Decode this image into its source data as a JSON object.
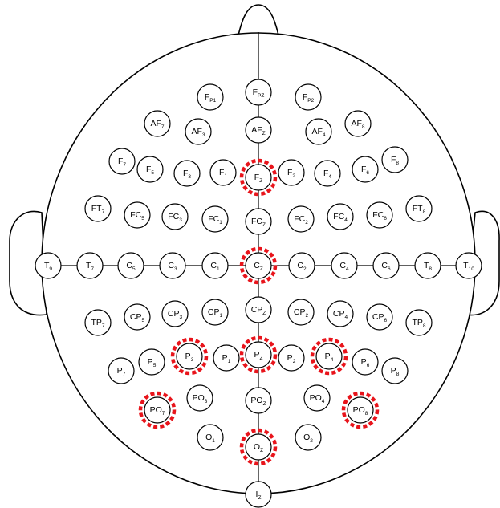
{
  "colors": {
    "outline": "#000000",
    "highlight": "#e8141b",
    "fill": "#ffffff"
  },
  "electrodes": [
    {
      "id": "Fp1",
      "base": "F",
      "sub": "P1"
    },
    {
      "id": "Fpz",
      "base": "F",
      "sub": "PZ"
    },
    {
      "id": "Fp2",
      "base": "F",
      "sub": "P2"
    },
    {
      "id": "AF7",
      "base": "AF",
      "sub": "7"
    },
    {
      "id": "AF3",
      "base": "AF",
      "sub": "3"
    },
    {
      "id": "AFz",
      "base": "AF",
      "sub": "Z"
    },
    {
      "id": "AF4",
      "base": "AF",
      "sub": "4"
    },
    {
      "id": "AF8",
      "base": "AF",
      "sub": "8"
    },
    {
      "id": "F7",
      "base": "F",
      "sub": "7"
    },
    {
      "id": "F5",
      "base": "F",
      "sub": "5"
    },
    {
      "id": "F3",
      "base": "F",
      "sub": "3"
    },
    {
      "id": "F1",
      "base": "F",
      "sub": "1"
    },
    {
      "id": "Fz",
      "base": "F",
      "sub": "Z",
      "highlighted": true
    },
    {
      "id": "F2",
      "base": "F",
      "sub": "2"
    },
    {
      "id": "F4",
      "base": "F",
      "sub": "4"
    },
    {
      "id": "F6",
      "base": "F",
      "sub": "6"
    },
    {
      "id": "F8",
      "base": "F",
      "sub": "8"
    },
    {
      "id": "FT7",
      "base": "FT",
      "sub": "7"
    },
    {
      "id": "FC5",
      "base": "FC",
      "sub": "5"
    },
    {
      "id": "FC3",
      "base": "FC",
      "sub": "3"
    },
    {
      "id": "FC1",
      "base": "FC",
      "sub": "1"
    },
    {
      "id": "FCz",
      "base": "FC",
      "sub": "Z"
    },
    {
      "id": "FC2",
      "base": "FC",
      "sub": "2"
    },
    {
      "id": "FC4",
      "base": "FC",
      "sub": "4"
    },
    {
      "id": "FC6",
      "base": "FC",
      "sub": "6"
    },
    {
      "id": "FT8",
      "base": "FT",
      "sub": "8"
    },
    {
      "id": "T9",
      "base": "T",
      "sub": "9"
    },
    {
      "id": "T7",
      "base": "T",
      "sub": "7"
    },
    {
      "id": "C5",
      "base": "C",
      "sub": "5"
    },
    {
      "id": "C3",
      "base": "C",
      "sub": "3"
    },
    {
      "id": "C1",
      "base": "C",
      "sub": "1"
    },
    {
      "id": "Cz",
      "base": "C",
      "sub": "Z",
      "highlighted": true
    },
    {
      "id": "C2",
      "base": "C",
      "sub": "2"
    },
    {
      "id": "C4",
      "base": "C",
      "sub": "4"
    },
    {
      "id": "C6",
      "base": "C",
      "sub": "6"
    },
    {
      "id": "T8",
      "base": "T",
      "sub": "8"
    },
    {
      "id": "T10",
      "base": "T",
      "sub": "10"
    },
    {
      "id": "TP7",
      "base": "TP",
      "sub": "7"
    },
    {
      "id": "CP5",
      "base": "CP",
      "sub": "5"
    },
    {
      "id": "CP3",
      "base": "CP",
      "sub": "3"
    },
    {
      "id": "CP1",
      "base": "CP",
      "sub": "1"
    },
    {
      "id": "CPz",
      "base": "CP",
      "sub": "Z"
    },
    {
      "id": "CP2",
      "base": "CP",
      "sub": "2"
    },
    {
      "id": "CP4",
      "base": "CP",
      "sub": "4"
    },
    {
      "id": "CP6",
      "base": "CP",
      "sub": "6"
    },
    {
      "id": "TP8",
      "base": "TP",
      "sub": "8"
    },
    {
      "id": "P7",
      "base": "P",
      "sub": "7"
    },
    {
      "id": "P5",
      "base": "P",
      "sub": "5"
    },
    {
      "id": "P3",
      "base": "P",
      "sub": "3",
      "highlighted": true
    },
    {
      "id": "P1",
      "base": "P",
      "sub": "1"
    },
    {
      "id": "Pz",
      "base": "P",
      "sub": "Z",
      "highlighted": true
    },
    {
      "id": "P2",
      "base": "P",
      "sub": "2"
    },
    {
      "id": "P4",
      "base": "P",
      "sub": "4",
      "highlighted": true
    },
    {
      "id": "P6",
      "base": "P",
      "sub": "6"
    },
    {
      "id": "P8",
      "base": "P",
      "sub": "8"
    },
    {
      "id": "PO7",
      "base": "PO",
      "sub": "7",
      "highlighted": true
    },
    {
      "id": "PO3",
      "base": "PO",
      "sub": "3"
    },
    {
      "id": "POz",
      "base": "PO",
      "sub": "Z"
    },
    {
      "id": "PO4",
      "base": "PO",
      "sub": "4"
    },
    {
      "id": "PO8",
      "base": "PO",
      "sub": "8",
      "highlighted": true
    },
    {
      "id": "O1",
      "base": "O",
      "sub": "1"
    },
    {
      "id": "Oz",
      "base": "O",
      "sub": "Z",
      "highlighted": true
    },
    {
      "id": "O2",
      "base": "O",
      "sub": "2"
    },
    {
      "id": "Iz",
      "base": "I",
      "sub": "Z"
    }
  ]
}
